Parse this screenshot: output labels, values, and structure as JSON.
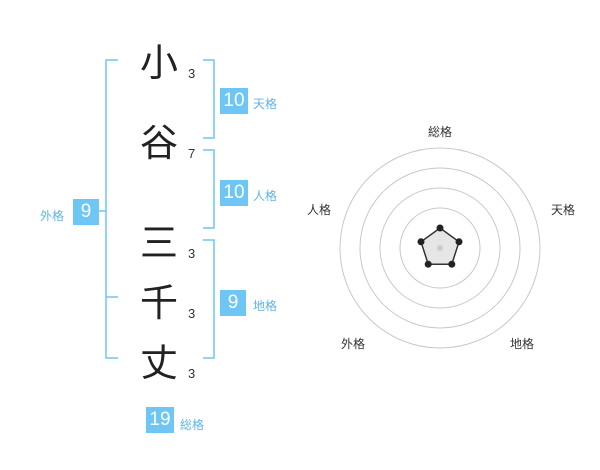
{
  "name": {
    "characters": [
      {
        "char": "小",
        "strokes": "3"
      },
      {
        "char": "谷",
        "strokes": "7"
      },
      {
        "char": "三",
        "strokes": "3"
      },
      {
        "char": "千",
        "strokes": "3"
      },
      {
        "char": "丈",
        "strokes": "3"
      }
    ]
  },
  "fortune": {
    "tenkaku": {
      "value": "10",
      "label": "天格"
    },
    "jinkaku": {
      "value": "10",
      "label": "人格"
    },
    "chikaku": {
      "value": "9",
      "label": "地格"
    },
    "gaikaku": {
      "value": "9",
      "label": "外格"
    },
    "soukaku": {
      "value": "19",
      "label": "総格"
    }
  },
  "radar": {
    "axes": [
      "総格",
      "天格",
      "地格",
      "外格",
      "人格"
    ],
    "levels": 4,
    "values": [
      1,
      1,
      1,
      1,
      1
    ],
    "colors": {
      "ring": "#c8c8c8",
      "polygon_fill": "#e6e6e6",
      "polygon_stroke": "#333333",
      "point": "#222222",
      "center": "#cccccc"
    }
  },
  "colors": {
    "accent": "#6ec6f5",
    "bracket": "#6ec6f5",
    "label": "#5fb3e8"
  }
}
